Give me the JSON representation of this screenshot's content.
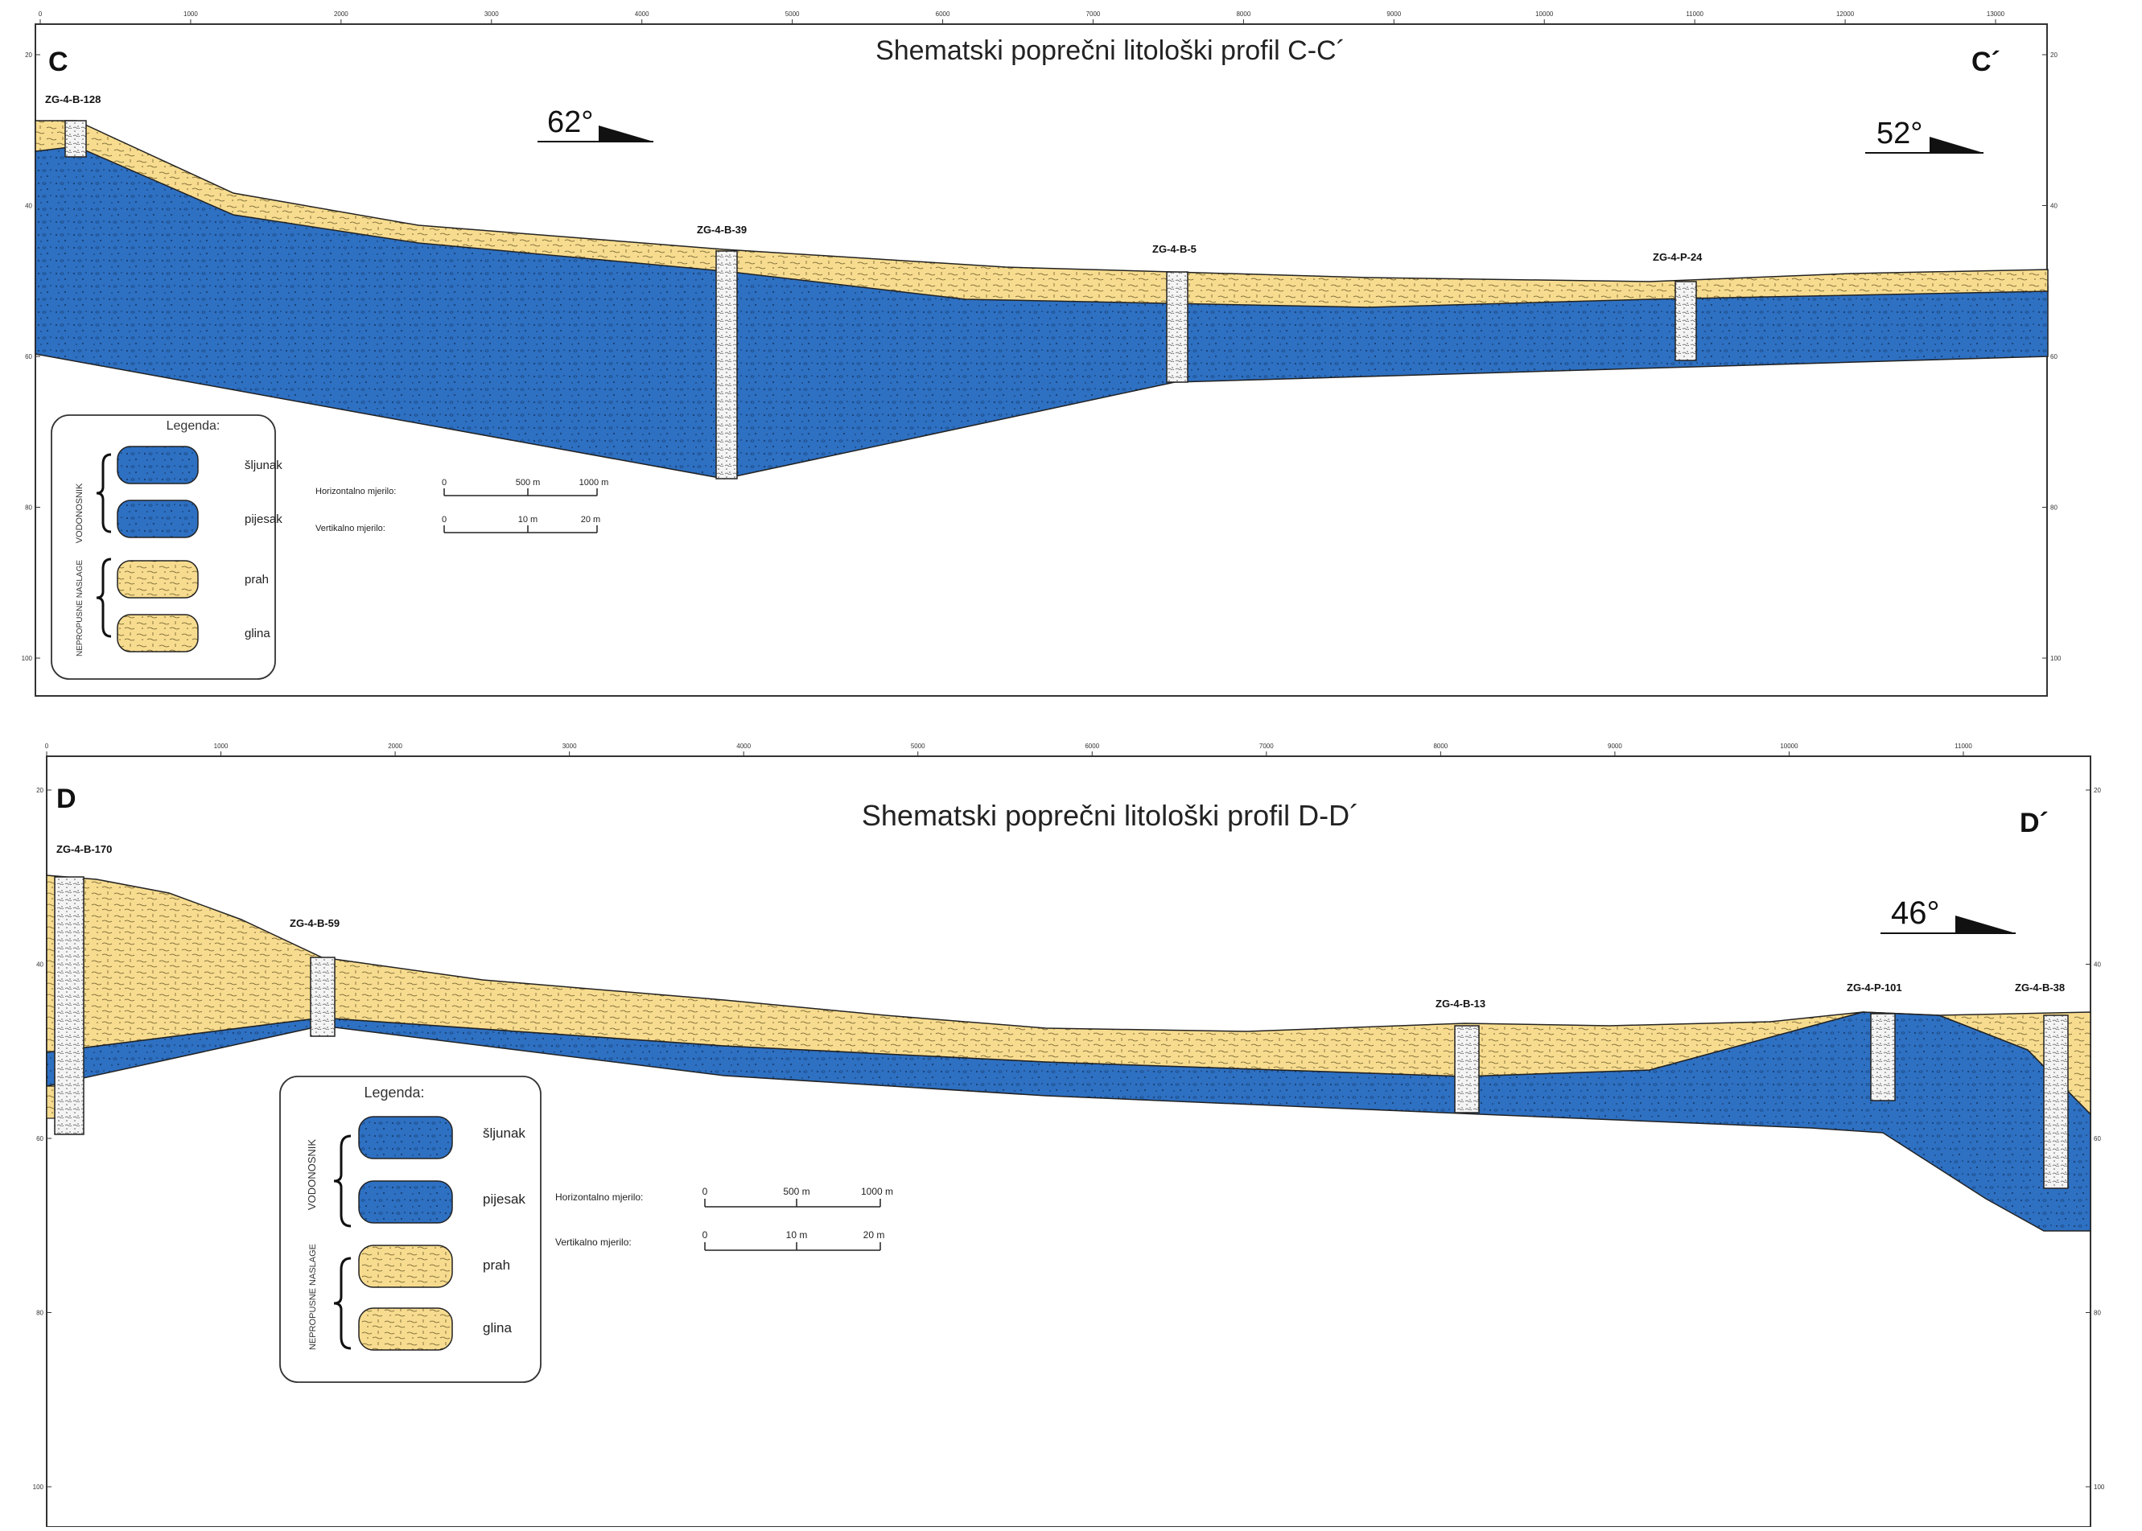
{
  "colors": {
    "aquifer_blue": "#2e70c2",
    "aquifer_dot": "#173f73",
    "clay_yellow": "#f7dc8f",
    "clay_mark": "#6b5a2a",
    "outline": "#222222",
    "axis": "#333333"
  },
  "profiles": [
    {
      "id": "cc",
      "title": "Shematski poprečni litološki profil C-C´",
      "label_start": "C",
      "label_end": "C´",
      "top_ticks": [
        "0",
        "1000",
        "2000",
        "3000",
        "4000",
        "5000",
        "6000",
        "7000",
        "8000",
        "9000",
        "10000",
        "11000",
        "12000",
        "13000"
      ],
      "side_ticks": [
        "20",
        "40",
        "60",
        "80",
        "100"
      ],
      "angles": [
        "62°",
        "52°"
      ],
      "boreholes": [
        "ZG-4-B-128",
        "ZG-4-B-39",
        "ZG-4-B-5",
        "ZG-4-P-24"
      ],
      "legend": {
        "title": "Legenda:",
        "group_aquifer": "VODONOSNIK",
        "group_impermeable": "NEPROPUSNE NASLAGE",
        "items": [
          "šljunak",
          "pijesak",
          "prah",
          "glina"
        ]
      },
      "scale": {
        "horizontal_label": "Horizontalno mjerilo:",
        "horizontal_ticks": [
          "0",
          "500 m",
          "1000 m"
        ],
        "vertical_label": "Vertikalno mjerilo:",
        "vertical_ticks": [
          "0",
          "10 m",
          "20 m"
        ]
      }
    },
    {
      "id": "dd",
      "title": "Shematski poprečni litološki profil D-D´",
      "label_start": "D",
      "label_end": "D´",
      "top_ticks": [
        "0",
        "1000",
        "2000",
        "3000",
        "4000",
        "5000",
        "6000",
        "7000",
        "8000",
        "9000",
        "10000",
        "11000"
      ],
      "side_ticks": [
        "20",
        "40",
        "60",
        "80",
        "100"
      ],
      "angles": [
        "46°"
      ],
      "boreholes": [
        "ZG-4-B-170",
        "ZG-4-B-59",
        "ZG-4-B-13",
        "ZG-4-P-101",
        "ZG-4-B-38"
      ],
      "legend": {
        "title": "Legenda:",
        "group_aquifer": "VODONOSNIK",
        "group_impermeable": "NEPROPUSNE NASLAGE",
        "items": [
          "šljunak",
          "pijesak",
          "prah",
          "glina"
        ]
      },
      "scale": {
        "horizontal_label": "Horizontalno mjerilo:",
        "horizontal_ticks": [
          "0",
          "500 m",
          "1000 m"
        ],
        "vertical_label": "Vertikalno mjerilo:",
        "vertical_ticks": [
          "0",
          "10 m",
          "20 m"
        ]
      }
    }
  ]
}
